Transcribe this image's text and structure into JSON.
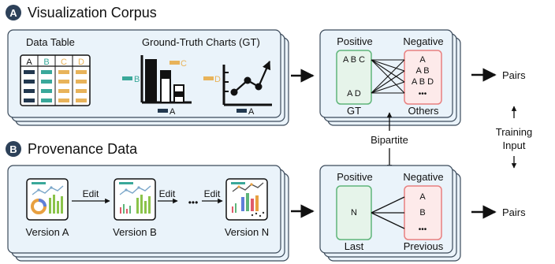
{
  "section_a": {
    "badge": "A",
    "title": "Visualization Corpus"
  },
  "section_b": {
    "badge": "B",
    "title": "Provenance Data"
  },
  "corpus": {
    "data_table_label": "Data Table",
    "gt_label": "Ground-Truth Charts (GT)",
    "table_headers": [
      "A",
      "B",
      "C",
      "D"
    ],
    "bar_chart_labels": {
      "left": "B",
      "right": "C",
      "bottom": "A"
    },
    "line_chart_labels": {
      "left": "D",
      "bottom": "A"
    }
  },
  "pairs_top": {
    "positive_label": "Positive",
    "negative_label": "Negative",
    "positive_bottom": "GT",
    "negative_bottom": "Others",
    "positive_items": [
      "A B C",
      "A D"
    ],
    "negative_items": [
      "A",
      "A B",
      "A B D",
      "•••"
    ],
    "output": "Pairs"
  },
  "pairs_bottom": {
    "positive_label": "Positive",
    "negative_label": "Negative",
    "positive_bottom": "Last",
    "negative_bottom": "Previous",
    "positive_items": [
      "N"
    ],
    "negative_items": [
      "A",
      "B",
      "•••"
    ],
    "output": "Pairs"
  },
  "bipartite_label": "Bipartite",
  "training_input": [
    "Training",
    "Input"
  ],
  "provenance": {
    "edit_labels": [
      "Edit",
      "Edit",
      "Edit"
    ],
    "ellipsis": "•••",
    "versions": [
      "Version A",
      "Version B",
      "Version N"
    ]
  },
  "colors": {
    "panel_fill": "#eaf3fa",
    "panel_stroke": "#3b4a5a",
    "teal": "#3aa89a",
    "orange": "#e8b35a",
    "navy": "#22384f",
    "green_fill": "#e6f4ea",
    "green_stroke": "#5fb57a",
    "pink_fill": "#fdeaea",
    "pink_stroke": "#e88080"
  }
}
